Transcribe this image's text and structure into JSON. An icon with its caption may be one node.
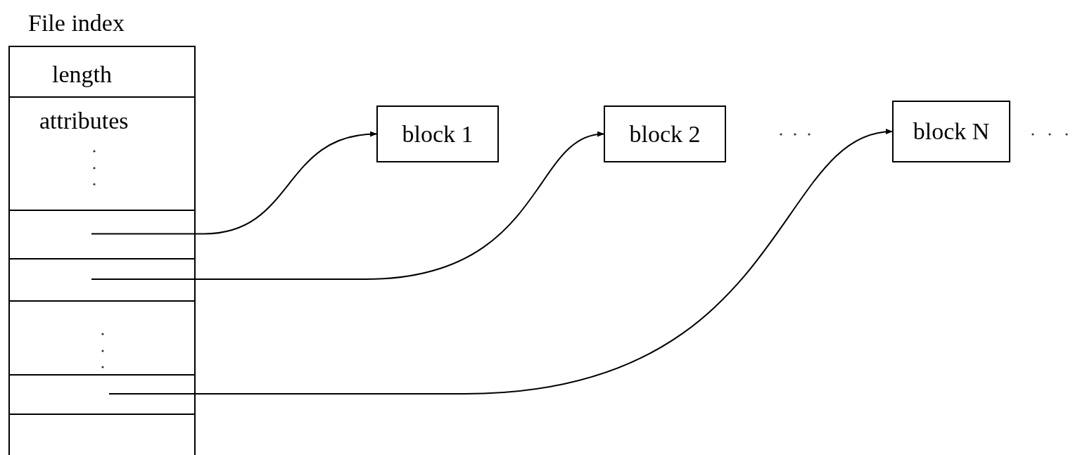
{
  "diagram": {
    "nodes": [
      {
        "text": [
          "File index"
        ]
      },
      {
        "text": [
          "length"
        ],
        "in": 0
      },
      {
        "text": [
          "attributes"
        ],
        "in": 0
      },
      {
        "text": [],
        "shape": "box",
        "in": 0
      },
      {
        "text": [],
        "shape": "box",
        "in": 0
      },
      {
        "text": [],
        "shape": "box",
        "in": 0
      },
      {
        "text": [],
        "shape": "box",
        "in": 0
      },
      {
        "text": [],
        "shape": "box",
        "in": 0
      },
      {
        "text": [
          "block 1"
        ]
      },
      {
        "text": [
          "block 2"
        ]
      },
      {
        "text": [
          "block N"
        ]
      }
    ],
    "edges": [
      {
        "from": 3,
        "to": 8,
        "arrow": "to"
      },
      {
        "from": 4,
        "to": 9,
        "arrow": "to"
      },
      {
        "from": 6,
        "to": 10,
        "arrow": "to"
      }
    ]
  }
}
